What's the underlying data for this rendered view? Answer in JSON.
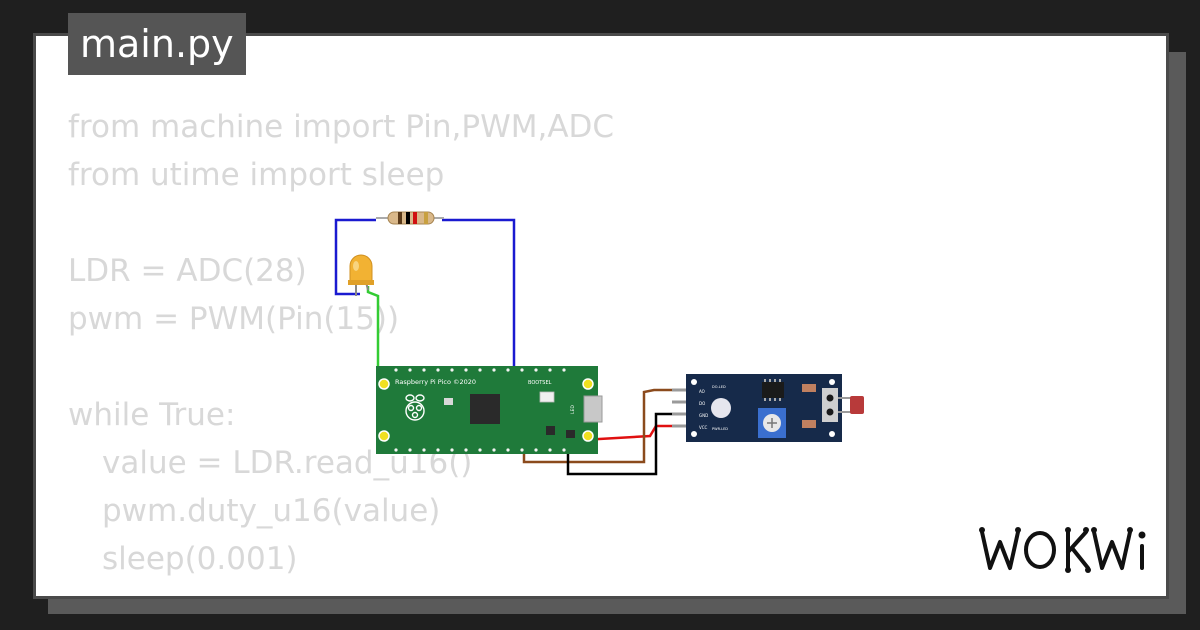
{
  "file_tab": {
    "label": "main.py"
  },
  "code_lines": [
    "from machine import Pin,PWM,ADC",
    "from utime import sleep",
    "",
    "LDR = ADC(28)",
    "pwm = PWM(Pin(15))",
    "",
    "while True:",
    "value = LDR.read_u16()",
    "pwm.duty_u16(value)",
    "sleep(0.001)"
  ],
  "pico_board": {
    "label": "Raspberry Pi Pico ©2020",
    "bootsel_label": "BOOTSEL",
    "led_label": "LED"
  },
  "ldr_module": {
    "pin_labels": [
      "AO",
      "DO",
      "GND",
      "VCC"
    ],
    "led_labels": [
      "DO-LED",
      "PWR-LED"
    ]
  },
  "brand": {
    "logo": "wokwi-logo"
  },
  "colors": {
    "background": "#1f1f1f",
    "card": "#ffffff",
    "code_text": "#d8d8d8",
    "tab_background": "#555555",
    "pico_green": "#1f7a3a",
    "ldr_module_blue": "#162a4a",
    "wire_blue": "#1a1ad0",
    "wire_green": "#33cc33",
    "wire_red": "#e01010",
    "wire_brown": "#8b4a1c",
    "wire_black": "#000000",
    "led_yellow": "#f2b233"
  }
}
